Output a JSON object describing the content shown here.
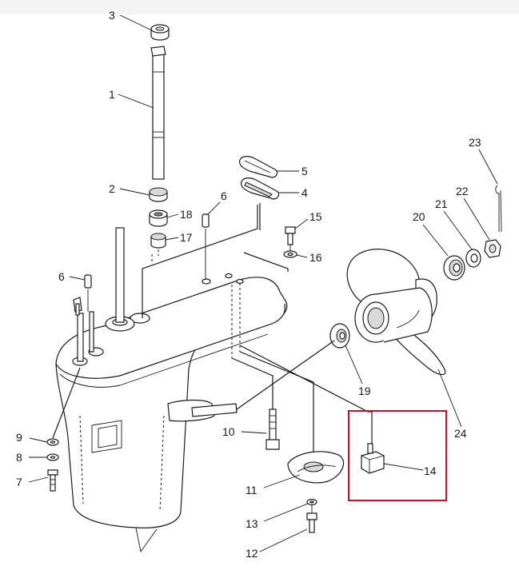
{
  "diagram": {
    "highlight_color": "#c8102e",
    "line_color": "#1a1a1a",
    "callouts": {
      "p1": "1",
      "p2": "2",
      "p3": "3",
      "p4": "4",
      "p5": "5",
      "p6a": "6",
      "p6b": "6",
      "p7": "7",
      "p8": "8",
      "p9": "9",
      "p10": "10",
      "p11": "11",
      "p12": "12",
      "p13": "13",
      "p14": "14",
      "p15": "15",
      "p16": "16",
      "p17": "17",
      "p18": "18",
      "p19": "19",
      "p20": "20",
      "p21": "21",
      "p22": "22",
      "p23": "23",
      "p24": "24"
    }
  }
}
